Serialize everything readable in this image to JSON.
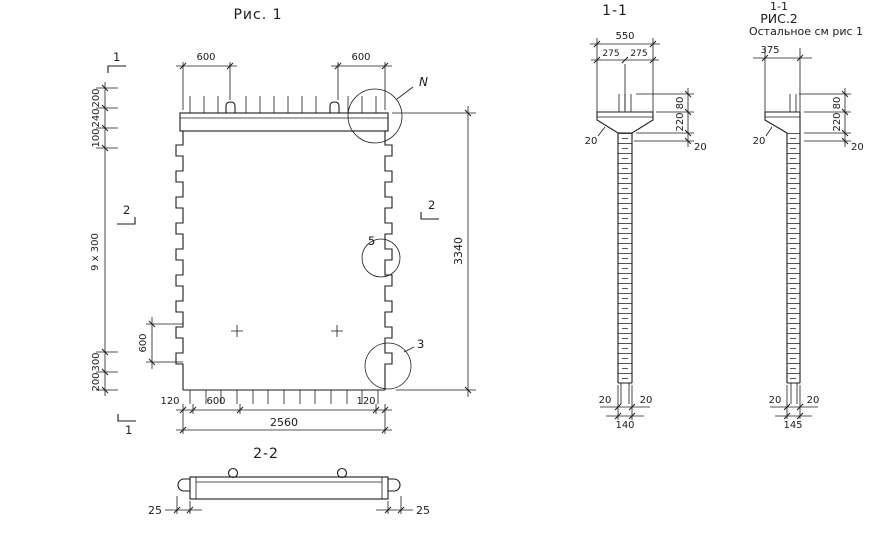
{
  "sheet": {
    "ink": "#1c1c1c",
    "paper": "#ffffff"
  },
  "fig1": {
    "title": "Рис. 1",
    "dims": {
      "top_600_left": "600",
      "top_600_right": "600",
      "left_200_top": "200",
      "left_240": "240",
      "left_100": "100",
      "left_pitch": "9 x 300",
      "left_300": "300",
      "left_200_bottom": "200",
      "left_600_vertical": "600",
      "bottom_120_left": "120",
      "bottom_600": "600",
      "bottom_120_right": "120",
      "bottom_2560": "2560",
      "right_3340": "3340"
    },
    "marks": {
      "detail_top": "N",
      "detail_middle": "5",
      "detail_bottom": "3",
      "section_1_top": "1",
      "section_1_bottom": "1",
      "section_2_left": "2",
      "section_2_right": "2"
    }
  },
  "section11": {
    "title": "1-1",
    "dims": {
      "top_550": "550",
      "top_275_left": "275",
      "top_275_right": "275",
      "right_80": "80",
      "right_220": "220",
      "right_20": "20",
      "lip_20": "20",
      "bottom_20_left": "20",
      "bottom_20_right": "20",
      "bottom_140": "140"
    }
  },
  "fig2": {
    "section_label": "1-1",
    "title": "РИС.2",
    "note": "Остальное см рис 1",
    "dims": {
      "top_375": "375",
      "right_80": "80",
      "right_220": "220",
      "right_20": "20",
      "lip_20": "20",
      "bottom_20_left": "20",
      "bottom_20_right": "20",
      "bottom_145": "145"
    }
  },
  "section22": {
    "title": "2-2",
    "dims": {
      "left_25": "25",
      "right_25": "25"
    }
  }
}
